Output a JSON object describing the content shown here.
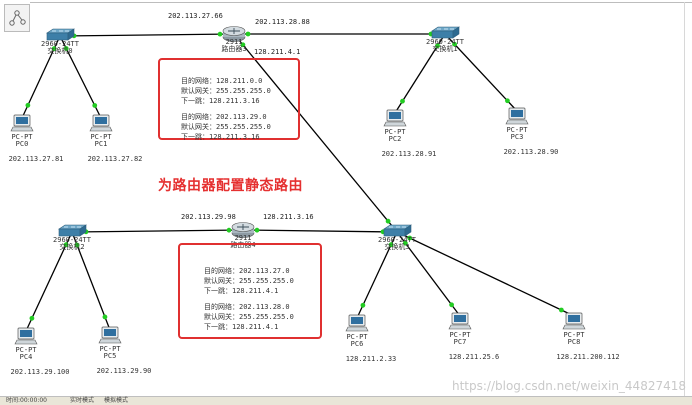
{
  "caption": "为路由器配置静态路由",
  "watermark": "https://blog.csdn.net/weixin_44827418",
  "status": {
    "left": "时间:00:00:00",
    "mid": "实时模式",
    "right": "模拟模式"
  },
  "colors": {
    "link": "#000000",
    "port_up": "#22cc22",
    "highlight": "#e03030",
    "caption": "#e53030"
  },
  "devices": [
    {
      "id": "sw0",
      "kind": "switch",
      "model": "2960-24TT",
      "name": "交换机0",
      "ip": ""
    },
    {
      "id": "r2",
      "kind": "router",
      "model": "2911",
      "name": "路由器3",
      "ip": ""
    },
    {
      "id": "sw1",
      "kind": "switch",
      "model": "2960-24TT",
      "name": "交换机1",
      "ip": ""
    },
    {
      "id": "pc0",
      "kind": "pc",
      "model": "PC-PT",
      "name": "PC0",
      "ip": "202.113.27.81"
    },
    {
      "id": "pc1",
      "kind": "pc",
      "model": "PC-PT",
      "name": "PC1",
      "ip": "202.113.27.82"
    },
    {
      "id": "pc2",
      "kind": "pc",
      "model": "PC-PT",
      "name": "PC2",
      "ip": "202.113.28.91"
    },
    {
      "id": "pc3",
      "kind": "pc",
      "model": "PC-PT",
      "name": "PC3",
      "ip": "202.113.28.90"
    },
    {
      "id": "sw2",
      "kind": "switch",
      "model": "2960-24TT",
      "name": "交换机2",
      "ip": ""
    },
    {
      "id": "r4",
      "kind": "router",
      "model": "2911",
      "name": "路由器4",
      "ip": ""
    },
    {
      "id": "sw3",
      "kind": "switch",
      "model": "2960-24TT",
      "name": "交换机3",
      "ip": ""
    },
    {
      "id": "pc4",
      "kind": "pc",
      "model": "PC-PT",
      "name": "PC4",
      "ip": "202.113.29.100"
    },
    {
      "id": "pc5",
      "kind": "pc",
      "model": "PC-PT",
      "name": "PC5",
      "ip": "202.113.29.90"
    },
    {
      "id": "pc6",
      "kind": "pc",
      "model": "PC-PT",
      "name": "PC6",
      "ip": "128.211.2.33"
    },
    {
      "id": "pc7",
      "kind": "pc",
      "model": "PC-PT",
      "name": "PC7",
      "ip": "128.211.25.6"
    },
    {
      "id": "pc8",
      "kind": "pc",
      "model": "PC-PT",
      "name": "PC8",
      "ip": "128.211.200.112"
    }
  ],
  "links": [
    [
      "sw0",
      "r2"
    ],
    [
      "r2",
      "sw1"
    ],
    [
      "sw0",
      "pc0"
    ],
    [
      "sw0",
      "pc1"
    ],
    [
      "sw1",
      "pc2"
    ],
    [
      "sw1",
      "pc3"
    ],
    [
      "r2",
      "sw3"
    ],
    [
      "sw2",
      "r4"
    ],
    [
      "r4",
      "sw3"
    ],
    [
      "sw2",
      "pc4"
    ],
    [
      "sw2",
      "pc5"
    ],
    [
      "sw3",
      "pc6"
    ],
    [
      "sw3",
      "pc7"
    ],
    [
      "sw3",
      "pc8"
    ]
  ],
  "link_labels": {
    "r2_left": "202.113.27.66",
    "r2_right": "202.113.28.88",
    "r2_down": "128.211.4.1",
    "r4_left": "202.113.29.98",
    "r4_right": "128.211.3.16"
  },
  "routes_r3": [
    {
      "dest_label": "目的网络：",
      "dest": "128.211.0.0",
      "mask_label": "默认网关：",
      "mask": "255.255.255.0",
      "hop_label": "下一跳：",
      "hop": "128.211.3.16"
    },
    {
      "dest_label": "目的网络：",
      "dest": "202.113.29.0",
      "mask_label": "默认网关：",
      "mask": "255.255.255.0",
      "hop_label": "下一跳：",
      "hop": "128.211.3.16"
    }
  ],
  "routes_r4": [
    {
      "dest_label": "目的网络：",
      "dest": "202.113.27.0",
      "mask_label": "默认网关：",
      "mask": "255.255.255.0",
      "hop_label": "下一跳：",
      "hop": "128.211.4.1"
    },
    {
      "dest_label": "目的网络：",
      "dest": "202.113.28.0",
      "mask_label": "默认网关：",
      "mask": "255.255.255.0",
      "hop_label": "下一跳：",
      "hop": "128.211.4.1"
    }
  ]
}
